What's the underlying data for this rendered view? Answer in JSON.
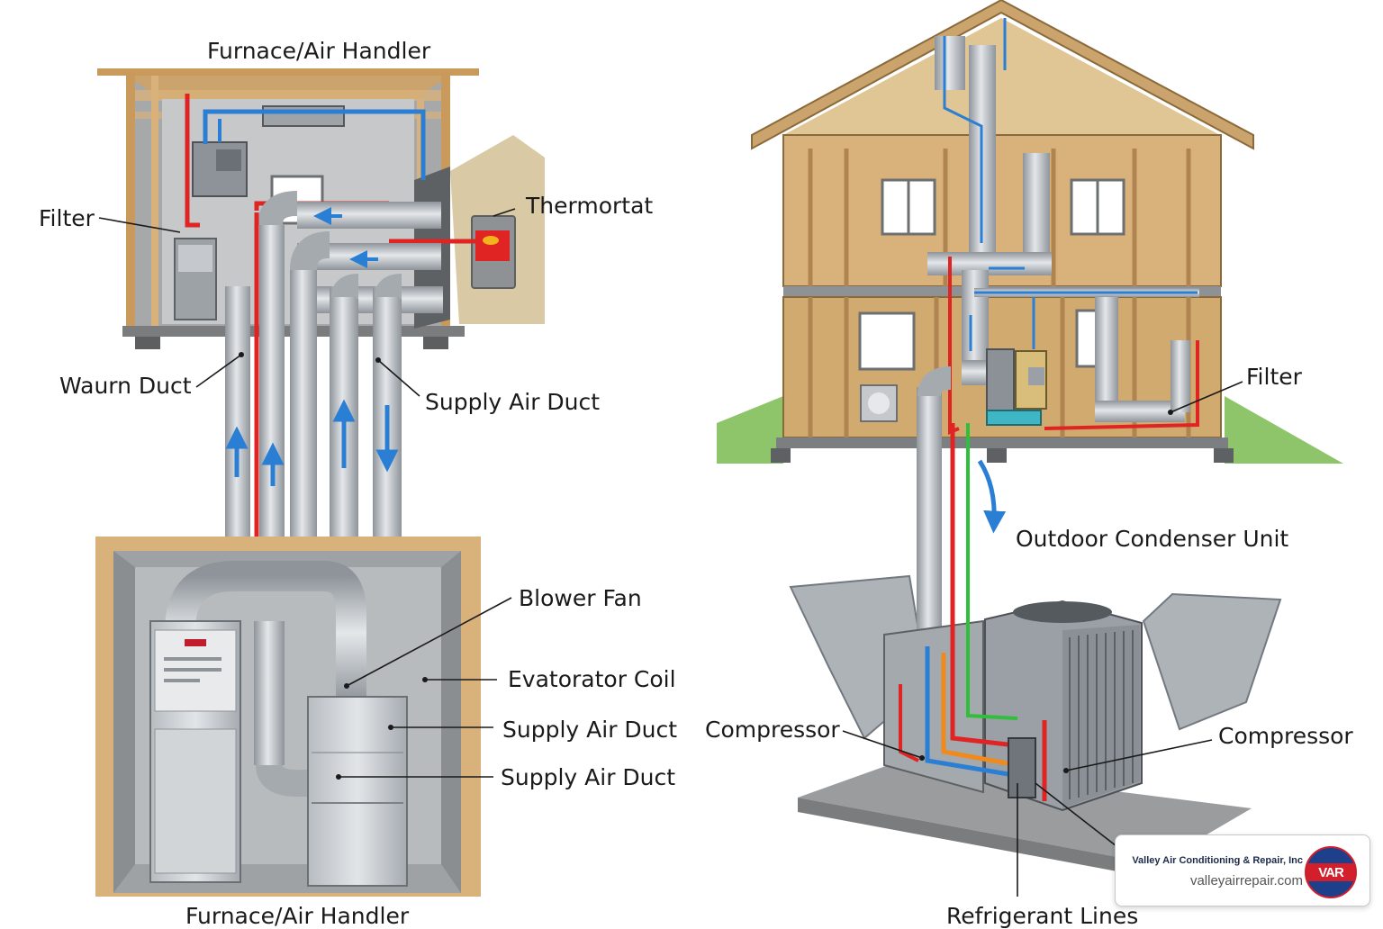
{
  "labels": {
    "furnace_top": "Furnace/Air Handler",
    "filter_left": "Filter",
    "thermostat": "Thermortat",
    "warm_duct": "Waurn Duct",
    "supply_duct_upper": "Supply Air Duct",
    "blower_fan": "Blower Fan",
    "evaporator_coil": "Evatorator Coil",
    "supply_duct_mid": "Supply Air Duct",
    "supply_duct_low": "Supply Air Duct",
    "furnace_bottom": "Furnace/Air Handler",
    "filter_right": "Filter",
    "outdoor_condenser": "Outdoor Condenser Unit",
    "compressor_left": "Compressor",
    "compressor_right": "Compressor",
    "refrigerant_lines": "Refrigerant Lines"
  },
  "badge": {
    "company": "Valley Air Conditioning & Repair, Inc",
    "website": "valleyairrepair.com",
    "logo_text": "VAR"
  },
  "colors": {
    "warm_line": "#e02424",
    "cool_line": "#2a7fd4",
    "green_line": "#2fbf3a",
    "orange_line": "#f08a1c",
    "duct": "#b9bec4",
    "wood": "#d8b27a",
    "wall": "#8f9295"
  }
}
